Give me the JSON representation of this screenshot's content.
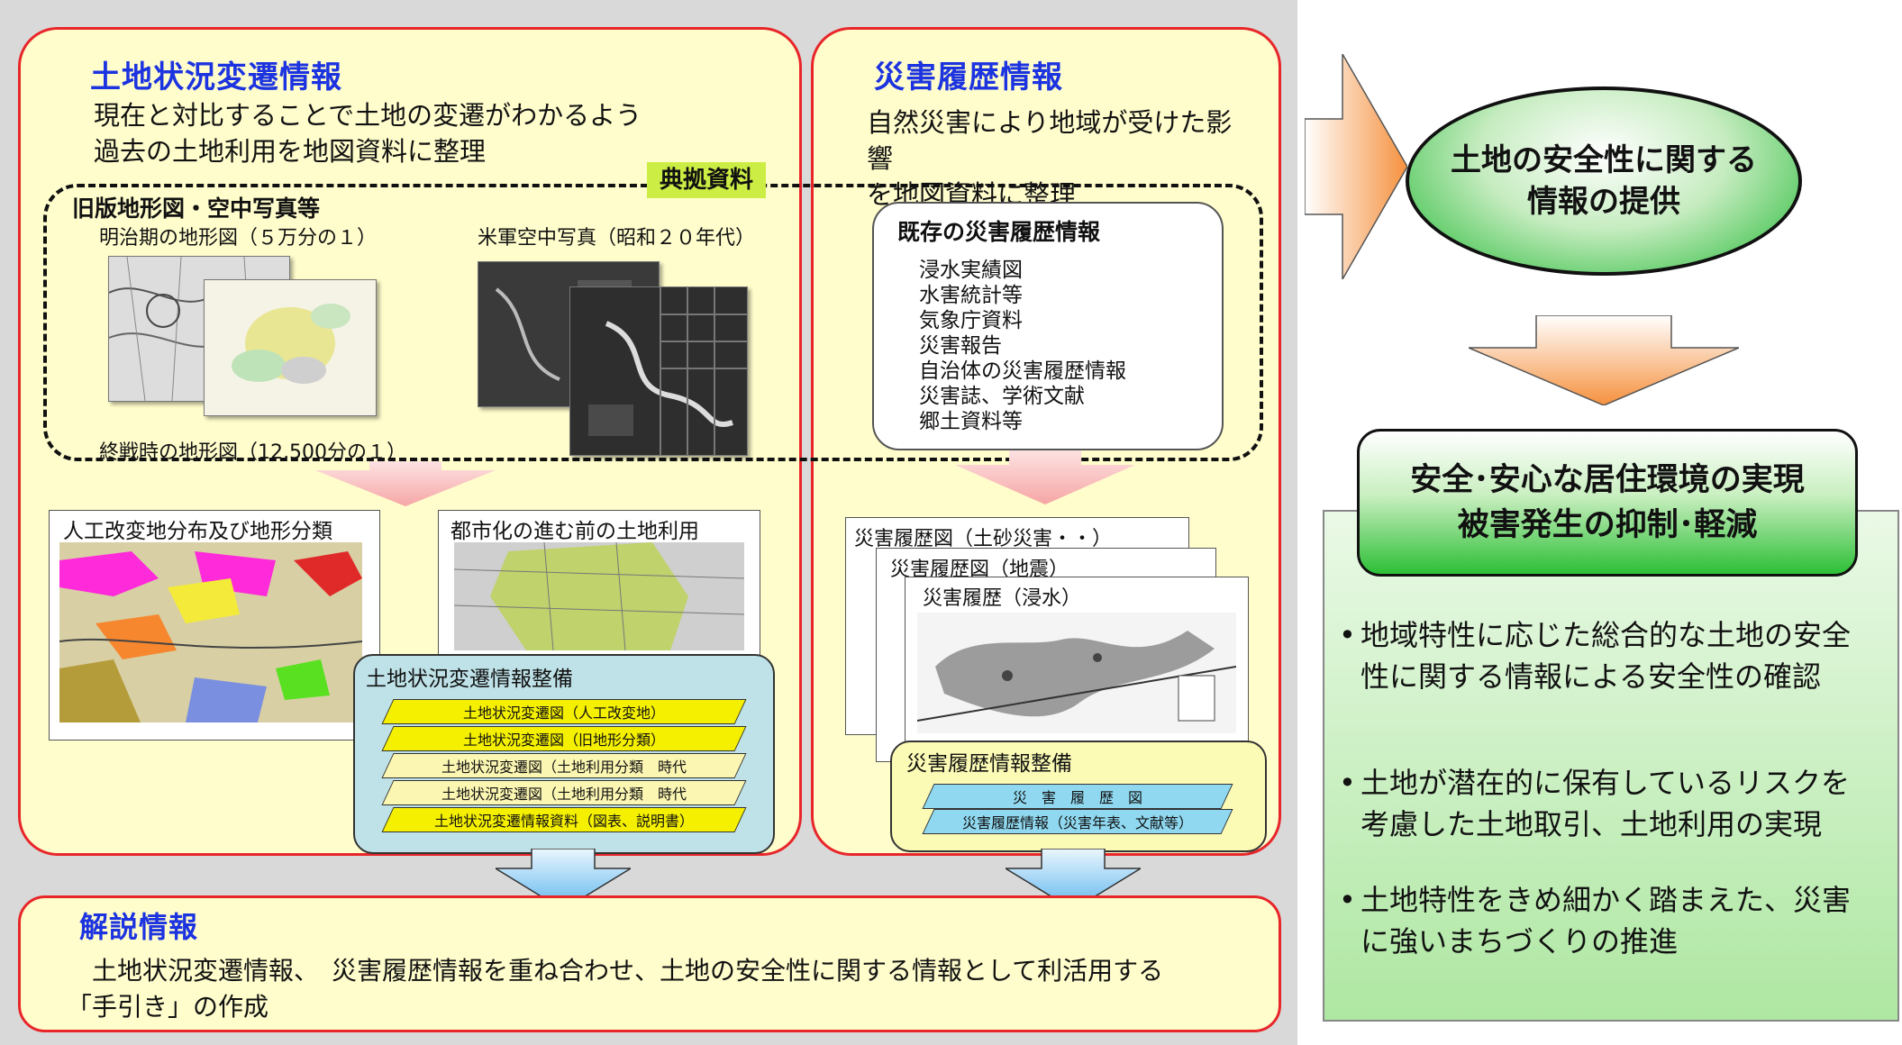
{
  "land": {
    "title": "土地状況変遷情報",
    "desc": "現在と対比することで土地の変遷がわかるよう\n過去の土地利用を地図資料に整理",
    "old_maps_title": "旧版地形図・空中写真等",
    "meiji_caption": "明治期の地形図（５万分の１）",
    "usaf_caption": "米軍空中写真（昭和２０年代）",
    "postwar_caption": "終戦時の地形図（12,500分の１）",
    "artificial_caption": "人工改変地分布及び地形分類",
    "preurban_caption": "都市化の進む前の土地利用",
    "maint_title": "土地状況変遷情報整備",
    "layers": [
      "土地状況変遷図（人工改変地）",
      "土地状況変遷図（旧地形分類）",
      "土地状況変遷図（土地利用分類　時代",
      "土地状況変遷図（土地利用分類　時代",
      "土地状況変遷情報資料（図表、説明書）"
    ]
  },
  "source_label": "典拠資料",
  "disaster": {
    "title": "災害履歴情報",
    "desc": "自然災害により地域が受けた影響\nを地図資料に整理",
    "existing_title": "既存の災害履歴情報",
    "existing_items": [
      "浸水実績図",
      "水害統計等",
      "気象庁資料",
      "災害報告",
      "自治体の災害履歴情報",
      "災害誌、学術文献",
      "郷土資料等"
    ],
    "maps": [
      "災害履歴図（土砂災害・・）",
      "災害履歴図（地震）",
      "災害履歴（浸水）"
    ],
    "maint_title": "災害履歴情報整備",
    "layers": [
      "災　害　履　歴　図",
      "災害履歴情報（災害年表、文献等）"
    ]
  },
  "commentary": {
    "title": "解説情報",
    "desc": "　土地状況変遷情報、　災害履歴情報を重ね合わせ、土地の安全性に関する情報として利活用する\n「手引き」の作成"
  },
  "provide": "土地の安全性に関する\n情報の提供",
  "result": {
    "title": "安全･安心な居住環境の実現\n被害発生の抑制･軽減",
    "bullets": [
      "地域特性に応じた総合的な土地の安全性に関する情報による安全性の確認",
      "土地が潜在的に保有しているリスクを考慮した土地取引、土地利用の実現",
      "土地特性をきめ細かく踏まえた、災害に強いまちづくりの推進"
    ],
    "bullet_mark": "•"
  },
  "colors": {
    "red_border": "#e8262a",
    "panel_bg": "#fffdcc",
    "heading_blue": "#1c33e0",
    "layer_yellow": "#f5f000",
    "layer_cyan": "#8fd8f0",
    "green": "#1f9a2a"
  }
}
